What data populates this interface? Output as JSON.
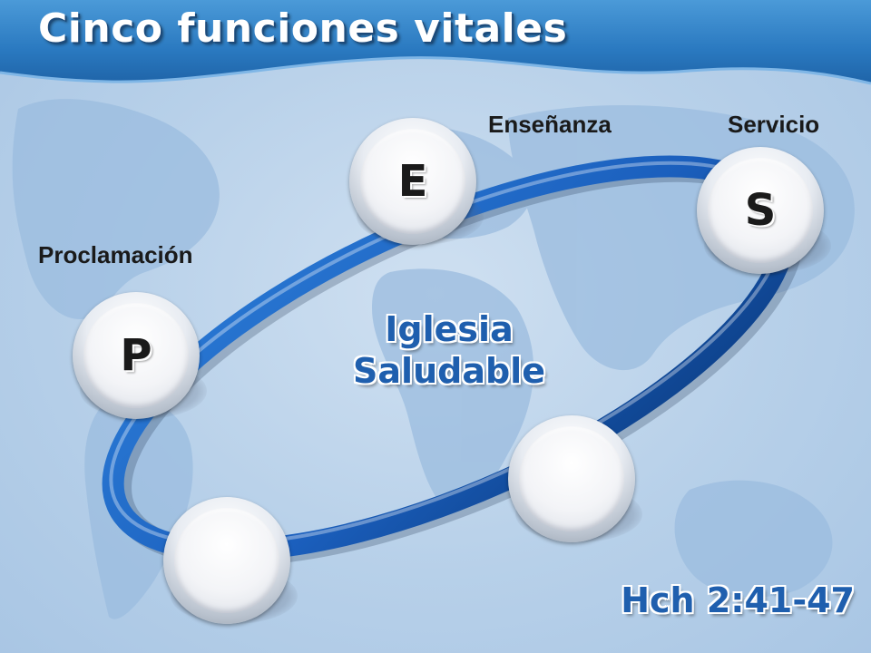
{
  "slide": {
    "title": "Cinco funciones vitales",
    "center_text": {
      "line1": "Iglesia",
      "line2": "Saludable"
    },
    "reference": "Hch 2:41-47",
    "nodes": [
      {
        "id": "p",
        "letter": "P",
        "label": "Proclamación"
      },
      {
        "id": "e",
        "letter": "E",
        "label": "Enseñanza"
      },
      {
        "id": "s",
        "letter": "S",
        "label": "Servicio"
      },
      {
        "id": "blank1",
        "letter": "",
        "label": ""
      },
      {
        "id": "blank2",
        "letter": "",
        "label": ""
      }
    ]
  },
  "colors": {
    "header_blue": "#2a79c0",
    "ring_blue": "#1e66c4",
    "ring_dark": "#0b3f85",
    "text_blue": "#1f5fae",
    "background": "#b9d2ea"
  }
}
